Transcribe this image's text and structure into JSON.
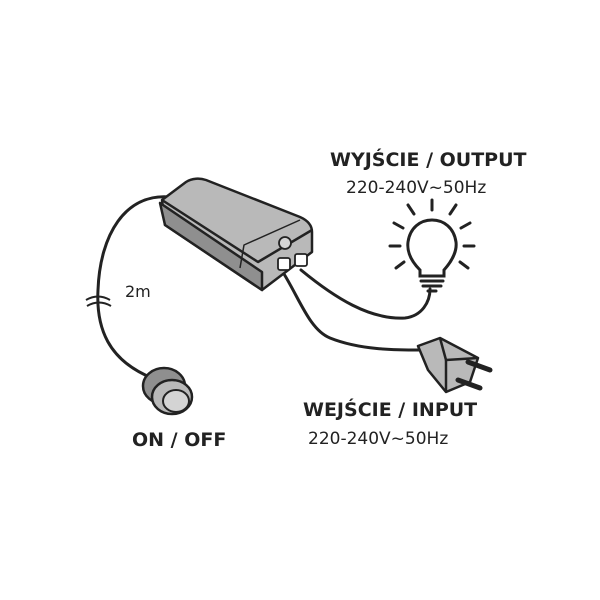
{
  "output": {
    "title": "WYJŚCIE / OUTPUT",
    "voltage": "220-240V~50Hz"
  },
  "input": {
    "title": "WEJŚCIE / INPUT",
    "voltage": "220-240V~50Hz"
  },
  "cable": {
    "length": "2m"
  },
  "switch": {
    "label": "ON / OFF"
  },
  "icons": [
    "light-bulb-icon",
    "power-plug-icon",
    "touch-switch-icon",
    "power-supply-icon"
  ],
  "colors": {
    "line": "#222222",
    "device_fill": "#b9b9b9",
    "device_shade": "#8f8f8f",
    "device_light": "#d4d4d4"
  }
}
